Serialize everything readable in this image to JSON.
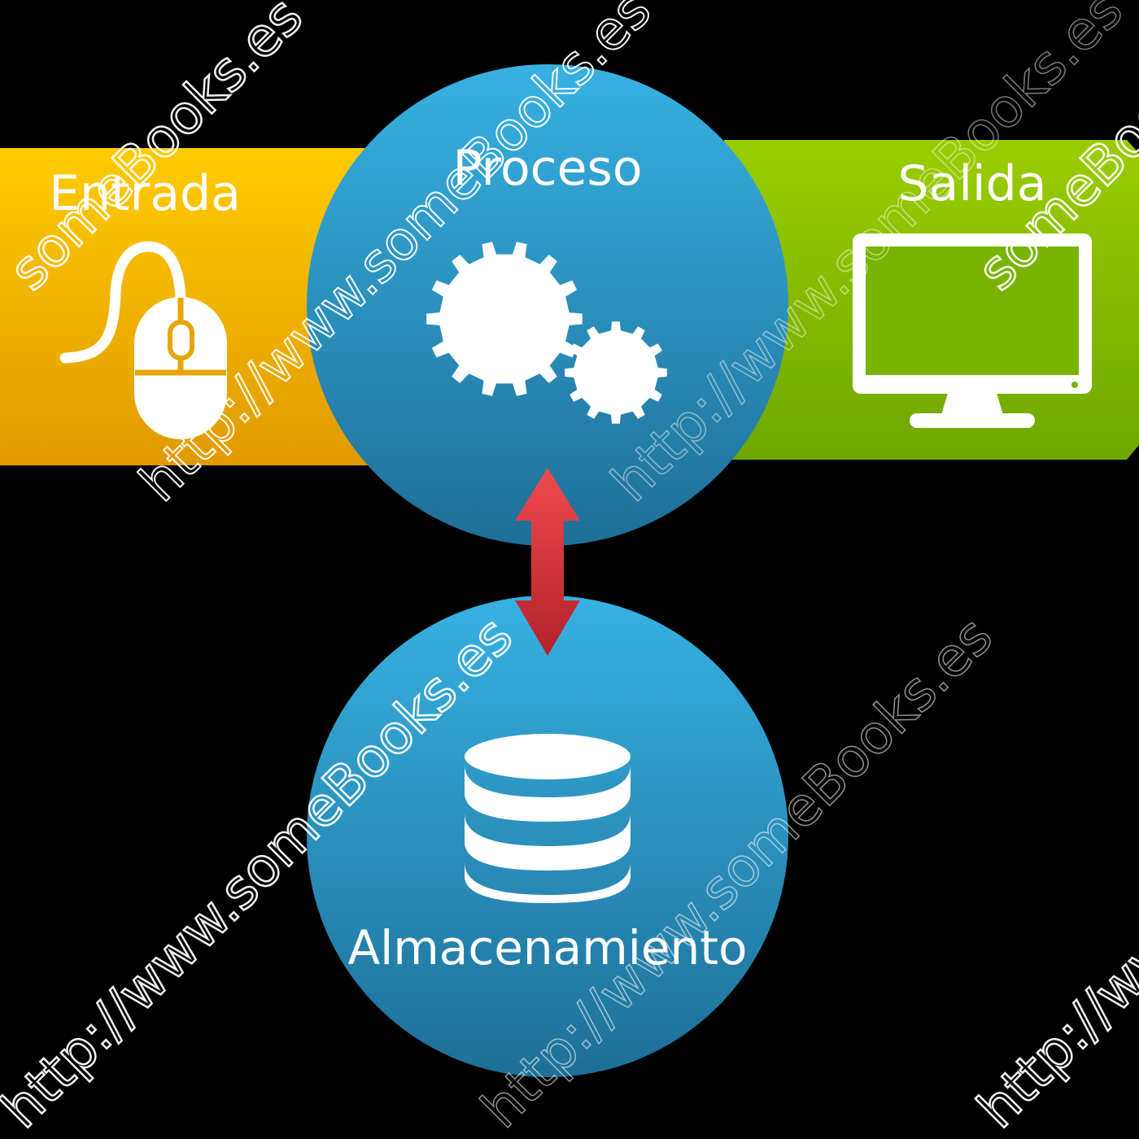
{
  "diagram": {
    "input": {
      "label": "Entrada",
      "icon": "mouse-icon",
      "color": "#F0A800"
    },
    "process": {
      "label": "Proceso",
      "icon": "gears-icon",
      "color": "#2A93C4"
    },
    "output": {
      "label": "Salida",
      "icon": "monitor-icon",
      "color": "#7FB800"
    },
    "storage": {
      "label": "Almacenamiento",
      "icon": "database-icon",
      "color": "#2A93C4"
    },
    "arrow": {
      "icon": "double-arrow-icon",
      "color": "#D9343D"
    }
  },
  "watermark": {
    "brand": "someBooks.es",
    "url": "http://www.someBooks.es"
  }
}
